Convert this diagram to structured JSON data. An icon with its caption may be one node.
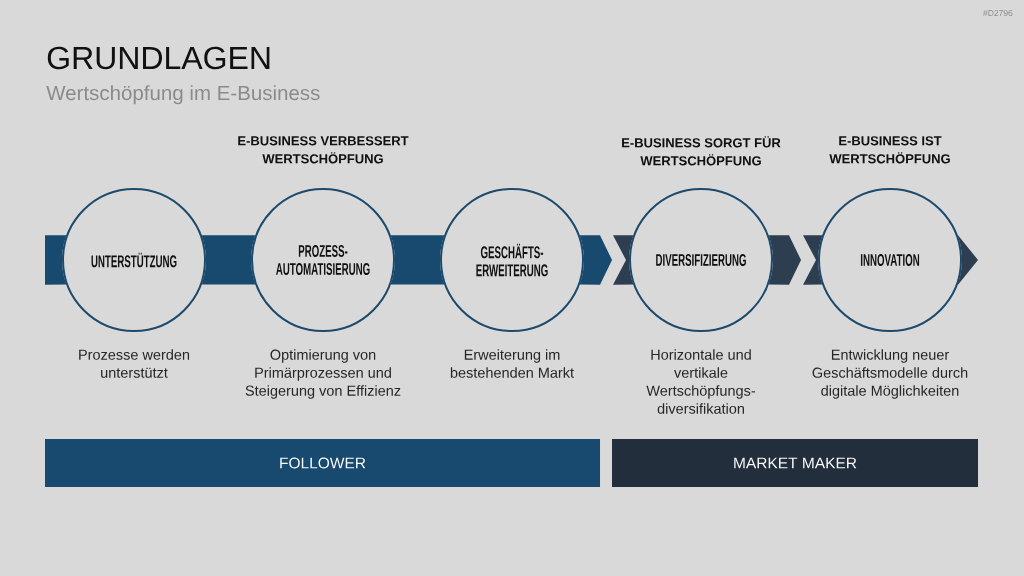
{
  "diagram": {
    "title": "GRUNDLAGEN",
    "nodes": [
      {
        "text": [
          "UNTERSTÜTZUNG"
        ],
        "beside": [
          "Prozesse werden unterstützt"
        ]
      },
      {
        "text": [
          "PROZESS- AUTOMATISIERUNG"
        ],
        "beside": [
          "Optimierung von Primärprozessen und Steigerung von Effizienz"
        ]
      },
      {
        "text": [
          "GESCHÄFTS- ERWEITERUNG"
        ],
        "beside": [
          "Erweiterung im bestehenden Markt"
        ]
      },
      {
        "text": [
          "DIVERSIFIZIERUNG"
        ],
        "beside": [
          "Horizontale und vertikale Wertschöpfungs- diversifikation"
        ]
      },
      {
        "text": [
          "INNOVATION"
        ],
        "beside": [
          "Entwicklung neuer Geschäftsmodelle durch digitale Möglichkeiten"
        ]
      },
      {
        "text": [
          "FOLLOWER"
        ]
      },
      {
        "text": [
          "MARKET MAKER"
        ]
      }
    ],
    "edges": [
      {
        "from": null,
        "to": 0,
        "arrow": "none"
      },
      {
        "from": 0,
        "to": 1,
        "arrow": "none"
      },
      {
        "from": 1,
        "to": 2,
        "arrow": "none"
      },
      {
        "from": 2,
        "to": 3,
        "arrow": "to"
      },
      {
        "from": 3,
        "to": 4,
        "arrow": "to",
        "color": "#2c3e50"
      },
      {
        "from": 4,
        "to": null,
        "arrow": "to",
        "color": "#2c3e50"
      }
    ],
    "labels": [
      "#D2796",
      "Wertschöpfung im E-Business",
      "E-BUSINESS VERBESSERT WERTSCHÖPFUNG",
      "E-BUSINESS SORGT FÜR WERTSCHÖPFUNG",
      "E-BUSINESS IST WERTSCHÖPFUNG"
    ]
  }
}
